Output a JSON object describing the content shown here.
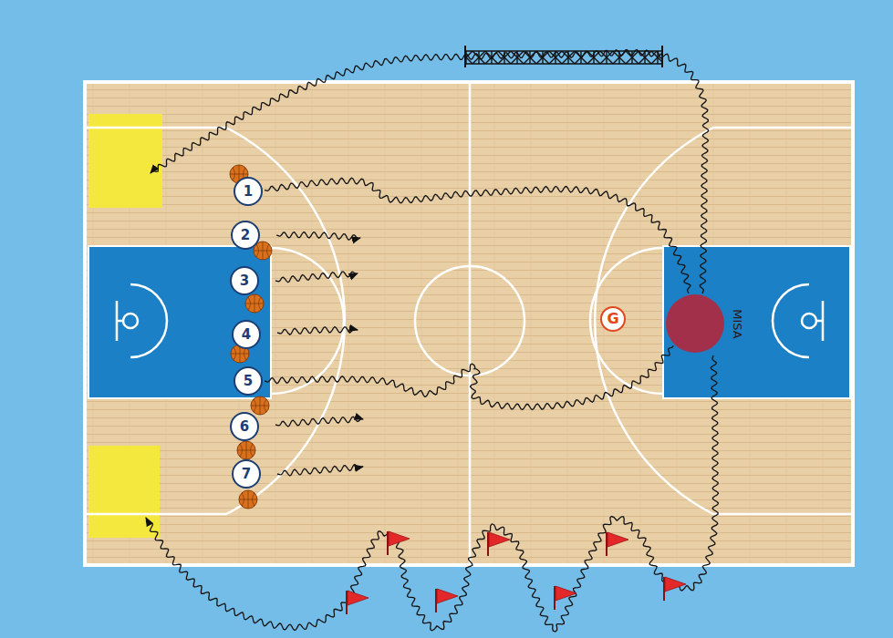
{
  "diagram": {
    "nodes": [
      {
        "text": [
          "1"
        ]
      },
      {
        "text": [
          "2"
        ]
      },
      {
        "text": [
          "3"
        ]
      },
      {
        "text": [
          "4"
        ]
      },
      {
        "text": [
          "5"
        ]
      },
      {
        "text": [
          "6"
        ]
      },
      {
        "text": [
          "7"
        ]
      },
      {
        "text": [
          "G"
        ]
      },
      {
        "text": [
          "MISA"
        ]
      }
    ],
    "edges": [
      {
        "from": 0,
        "to": 8,
        "arrow": "none"
      },
      {
        "from": 4,
        "to": 8,
        "arrow": "none"
      }
    ]
  }
}
